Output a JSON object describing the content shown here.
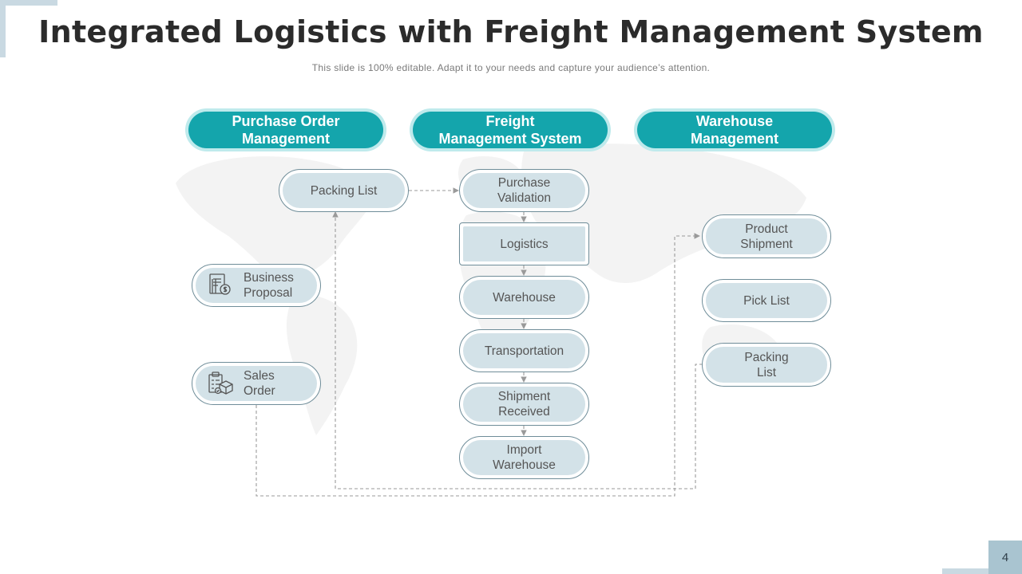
{
  "title": "Integrated Logistics with Freight Management System",
  "subtitle": "This slide is 100% editable. Adapt it to your needs and capture your audience’s attention.",
  "page_number": "4",
  "headers": {
    "purchase_order": "Purchase Order\nManagement",
    "freight": "Freight\nManagement System",
    "warehouse": "Warehouse\nManagement"
  },
  "left": {
    "packing_list": "Packing List",
    "business_proposal": "Business\nProposal",
    "sales_order": "Sales\nOrder"
  },
  "center": {
    "purchase_validation": "Purchase\nValidation",
    "logistics": "Logistics",
    "warehouse": "Warehouse",
    "transportation": "Transportation",
    "shipment_received": "Shipment\nReceived",
    "import_warehouse": "Import\nWarehouse"
  },
  "right": {
    "product_shipment": "Product\nShipment",
    "pick_list": "Pick List",
    "packing_list": "Packing\nList"
  },
  "icons": {
    "business_proposal": "document-dollar-icon",
    "sales_order": "clipboard-delivery-truck-icon"
  },
  "colors": {
    "header": "#14a5ac",
    "header_glow": "#bfeaec",
    "node_fill": "#d3e2e8",
    "node_border": "#6f8d99",
    "connector": "#9a9a9a"
  }
}
